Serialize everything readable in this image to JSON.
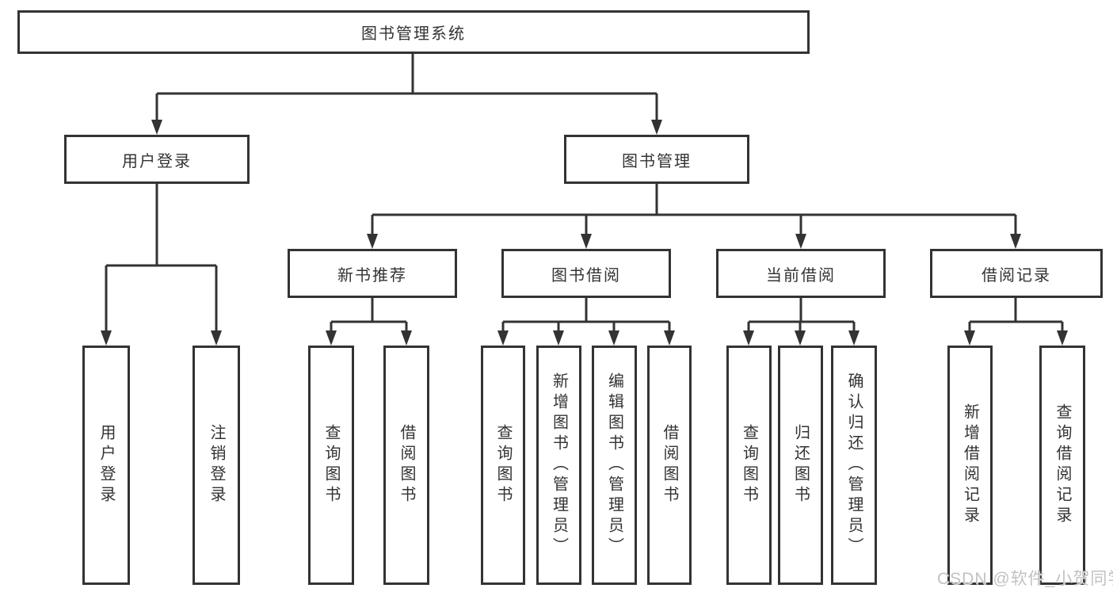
{
  "colors": {
    "line": "#333333",
    "text": "#333333",
    "box_background": "#ffffff",
    "watermark": "#c2c2c2"
  },
  "diagram": {
    "root": {
      "label": "图书管理系统"
    },
    "branches": [
      {
        "label": "用户登录",
        "children": [
          {
            "label": "用户登录"
          },
          {
            "label": "注销登录"
          }
        ]
      },
      {
        "label": "图书管理",
        "groups": [
          {
            "label": "新书推荐",
            "children": [
              {
                "label": "查询图书"
              },
              {
                "label": "借阅图书"
              }
            ]
          },
          {
            "label": "图书借阅",
            "children": [
              {
                "label": "查询图书"
              },
              {
                "label": "新增图书（管理员）"
              },
              {
                "label": "编辑图书（管理员）"
              },
              {
                "label": "借阅图书"
              }
            ]
          },
          {
            "label": "当前借阅",
            "children": [
              {
                "label": "查询图书"
              },
              {
                "label": "归还图书"
              },
              {
                "label": "确认归还（管理员）"
              }
            ]
          },
          {
            "label": "借阅记录",
            "children": [
              {
                "label": "新增借阅记录"
              },
              {
                "label": "查询借阅记录"
              }
            ]
          }
        ]
      }
    ]
  },
  "watermark": {
    "text": "CSDN @软件_小贺同学"
  }
}
